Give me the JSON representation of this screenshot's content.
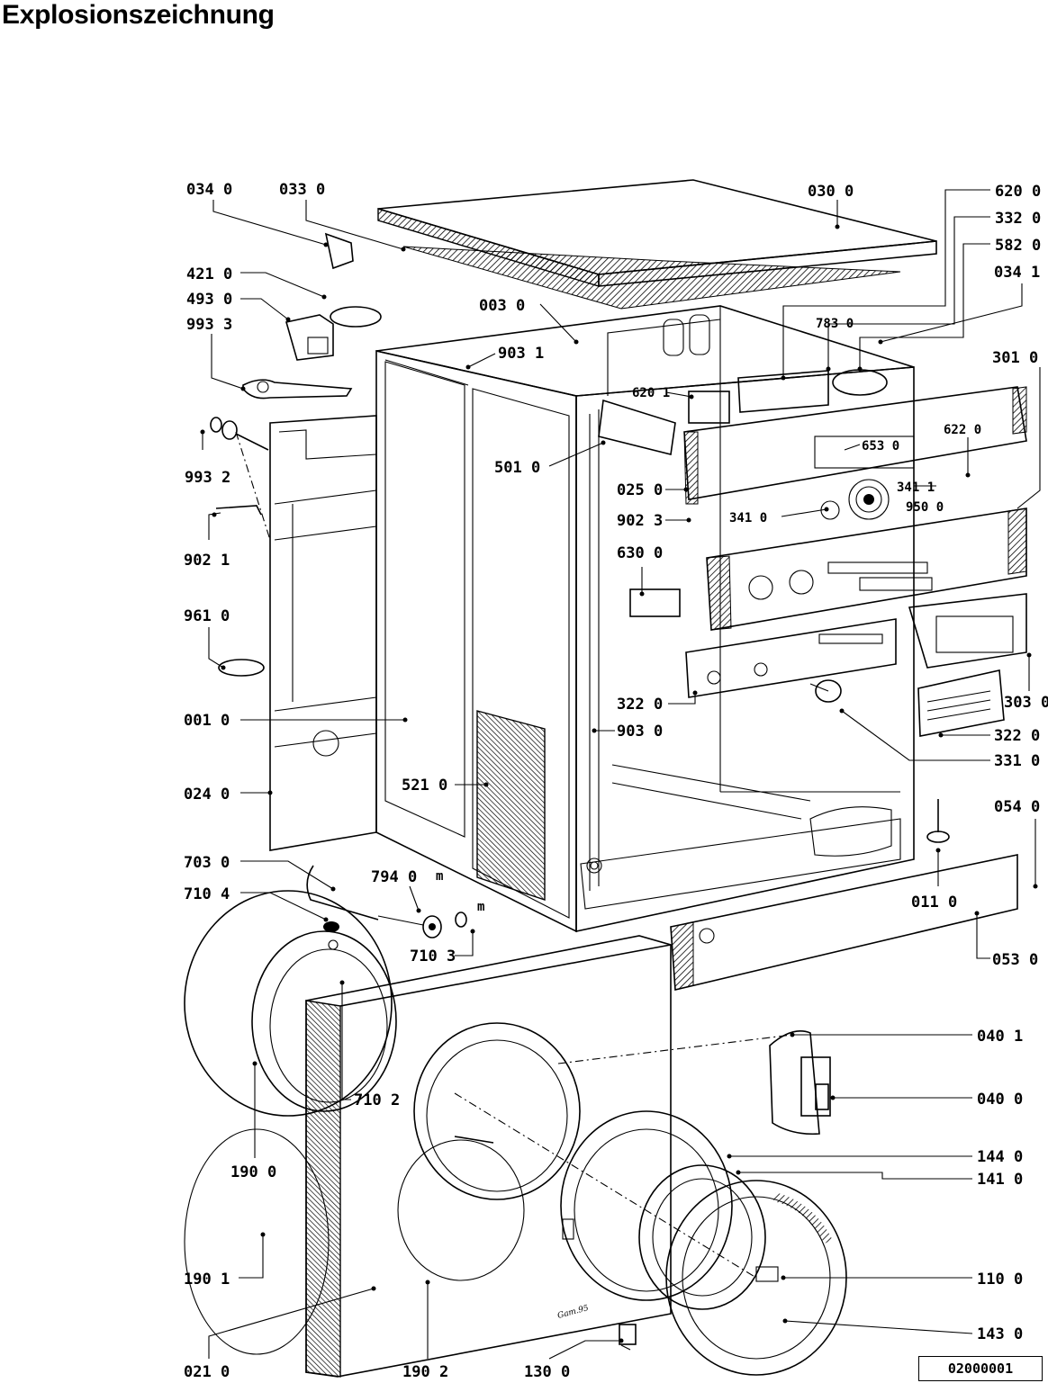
{
  "title": "Explosionszeichnung",
  "drawing_number": "02000001",
  "signature": "Gam.95",
  "labels": {
    "l0340": "034  0",
    "l0330": "033  0",
    "l0300": "030  0",
    "l6200": "620 0",
    "l3320": "332 0",
    "l5820": "582 0",
    "l0341": "034  1",
    "l4210": "421  0",
    "l4930": "493  0",
    "l9933": "993  3",
    "l0030": "003  0",
    "l7830": "783 0",
    "l9031": "903 1",
    "l3010": "301  0",
    "l6201": "620 1",
    "l6530": "653  0",
    "l6220": "622  0",
    "l9932": "993  2",
    "l5010": "501  0",
    "l0250": "025  0",
    "l3411": "341 1",
    "l9500": "950  0",
    "l9023": "902  3",
    "l3410": "341  0",
    "l9021": "902  1",
    "l6300": "630  0",
    "l9610": "961  0",
    "l3220a": "322  0",
    "l3030": "303  0",
    "l9030": "903  0",
    "l0010": "001  0",
    "l3220b": "322  0",
    "l3310": "331  0",
    "l5210": "521  0",
    "l0240": "024  0",
    "l0540": "054  0",
    "l7030": "703  0",
    "l7940": "794  0",
    "m1": "m",
    "m2": "m",
    "l7104": "710  4",
    "l0110": "011  0",
    "l7103": "710 3",
    "l0530": "053  0",
    "l0401": "040  1",
    "l7102": "710  2",
    "l0400": "040  0",
    "l1900": "190  0",
    "l1440": "144  0",
    "l1410": "141  0",
    "l1901": "190  1",
    "l1100": "110  0",
    "l1430": "143  0",
    "l0210": "021  0",
    "l1902": "190  2",
    "l1300": "130  0"
  }
}
